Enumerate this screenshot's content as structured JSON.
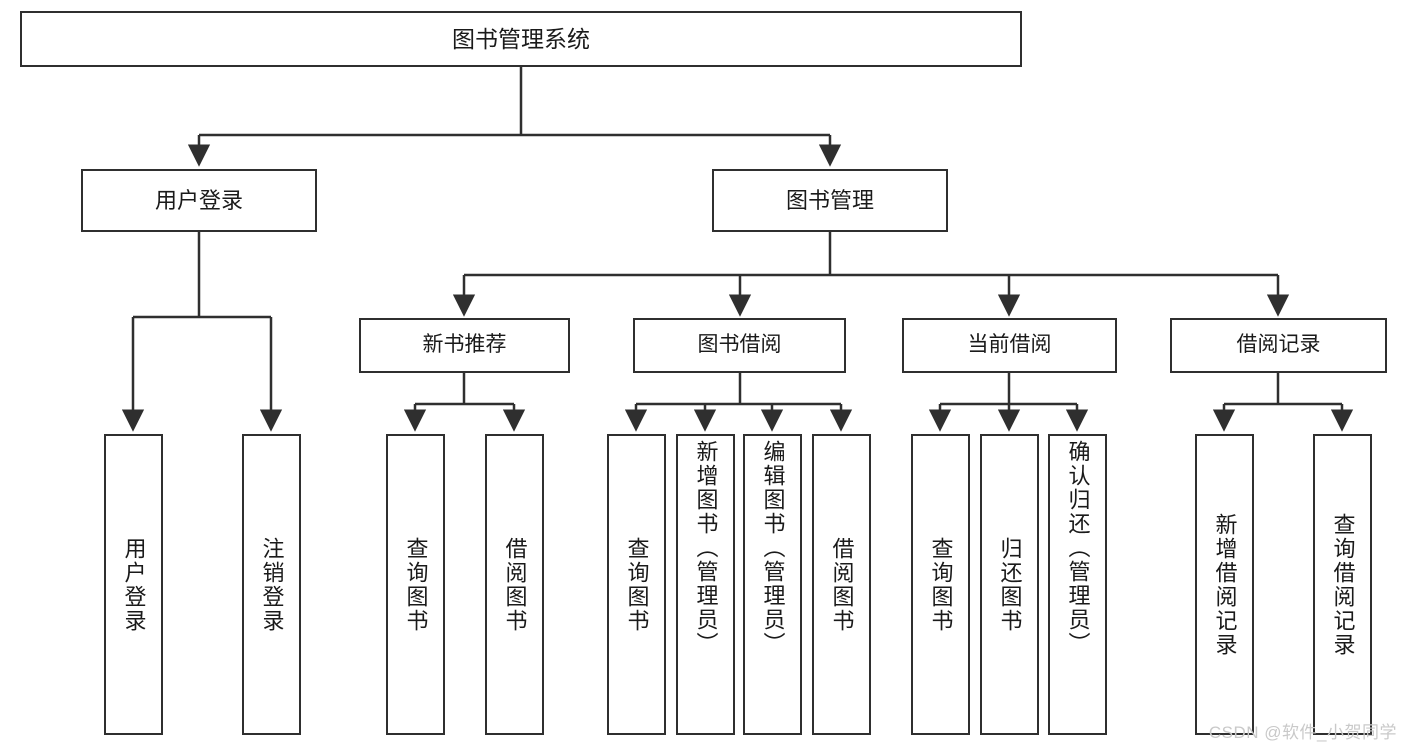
{
  "diagram": {
    "type": "tree-hierarchy",
    "title": "图书管理系统",
    "root": {
      "id": "root",
      "label": "图书管理系统"
    },
    "level2": [
      {
        "id": "user-login",
        "label": "用户登录"
      },
      {
        "id": "book-manage",
        "label": "图书管理"
      }
    ],
    "level3": [
      {
        "id": "new-book-recommend",
        "label": "新书推荐",
        "parent": "book-manage"
      },
      {
        "id": "book-borrow",
        "label": "图书借阅",
        "parent": "book-manage"
      },
      {
        "id": "current-borrow",
        "label": "当前借阅",
        "parent": "book-manage"
      },
      {
        "id": "borrow-record",
        "label": "借阅记录",
        "parent": "book-manage"
      }
    ],
    "leaves": [
      {
        "id": "leaf-user-login",
        "label": "用户登录",
        "parent": "user-login"
      },
      {
        "id": "leaf-logout",
        "label": "注销登录",
        "parent": "user-login"
      },
      {
        "id": "leaf-query-book-1",
        "label": "查询图书",
        "parent": "new-book-recommend"
      },
      {
        "id": "leaf-borrow-book-1",
        "label": "借阅图书",
        "parent": "new-book-recommend"
      },
      {
        "id": "leaf-query-book-2",
        "label": "查询图书",
        "parent": "book-borrow"
      },
      {
        "id": "leaf-add-book",
        "label": "新增图书（管理员）",
        "parent": "book-borrow"
      },
      {
        "id": "leaf-edit-book",
        "label": "编辑图书（管理员）",
        "parent": "book-borrow"
      },
      {
        "id": "leaf-borrow-book-2",
        "label": "借阅图书",
        "parent": "book-borrow"
      },
      {
        "id": "leaf-query-book-3",
        "label": "查询图书",
        "parent": "current-borrow"
      },
      {
        "id": "leaf-return-book",
        "label": "归还图书",
        "parent": "current-borrow"
      },
      {
        "id": "leaf-confirm-return",
        "label": "确认归还（管理员）",
        "parent": "current-borrow"
      },
      {
        "id": "leaf-add-record",
        "label": "新增借阅记录",
        "parent": "borrow-record"
      },
      {
        "id": "leaf-query-record",
        "label": "查询借阅记录",
        "parent": "borrow-record"
      }
    ],
    "colors": {
      "stroke": "#2f2f2f",
      "fill": "#ffffff",
      "text": "#1a1a1a",
      "watermark": "#c9c9c9"
    }
  },
  "watermark": {
    "text": "CSDN @软件_小贺同学"
  }
}
